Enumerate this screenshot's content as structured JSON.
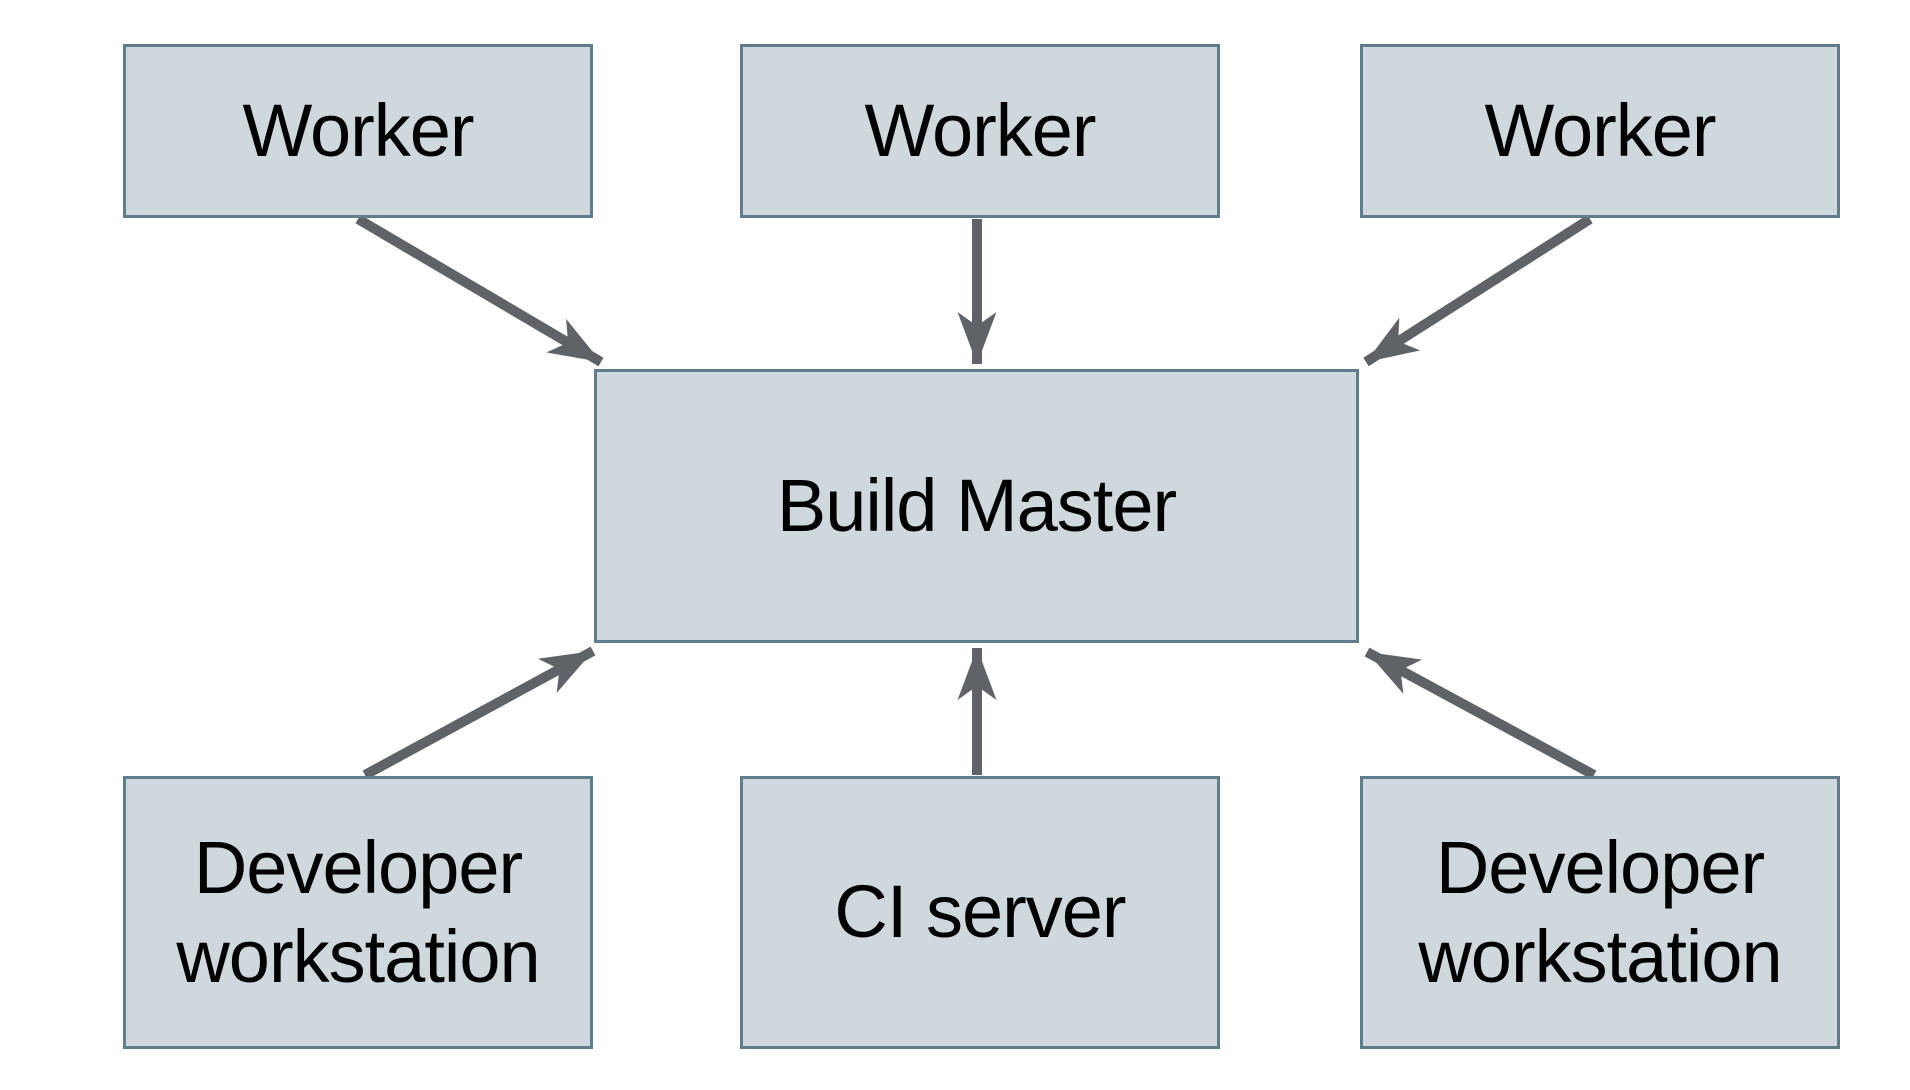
{
  "diagram": {
    "description": "Distributed build system diagram: three Workers and three client machines all point to a central Build Master",
    "colors": {
      "node_fill": "#cfd8dc",
      "node_border": "#607d8b",
      "arrow": "#5f6368",
      "text": "#000000",
      "background": "#ffffff"
    },
    "nodes": {
      "worker1": {
        "label": "Worker"
      },
      "worker2": {
        "label": "Worker"
      },
      "worker3": {
        "label": "Worker"
      },
      "build_master": {
        "label": "Build Master"
      },
      "dev_left": {
        "line1": "Developer",
        "line2": "workstation"
      },
      "ci_server": {
        "label": "CI server"
      },
      "dev_right": {
        "line1": "Developer",
        "line2": "workstation"
      }
    },
    "edges": [
      {
        "from": "Worker (left)",
        "to": "Build Master"
      },
      {
        "from": "Worker (center)",
        "to": "Build Master"
      },
      {
        "from": "Worker (right)",
        "to": "Build Master"
      },
      {
        "from": "Developer workstation (left)",
        "to": "Build Master"
      },
      {
        "from": "CI server",
        "to": "Build Master"
      },
      {
        "from": "Developer workstation (right)",
        "to": "Build Master"
      }
    ]
  }
}
